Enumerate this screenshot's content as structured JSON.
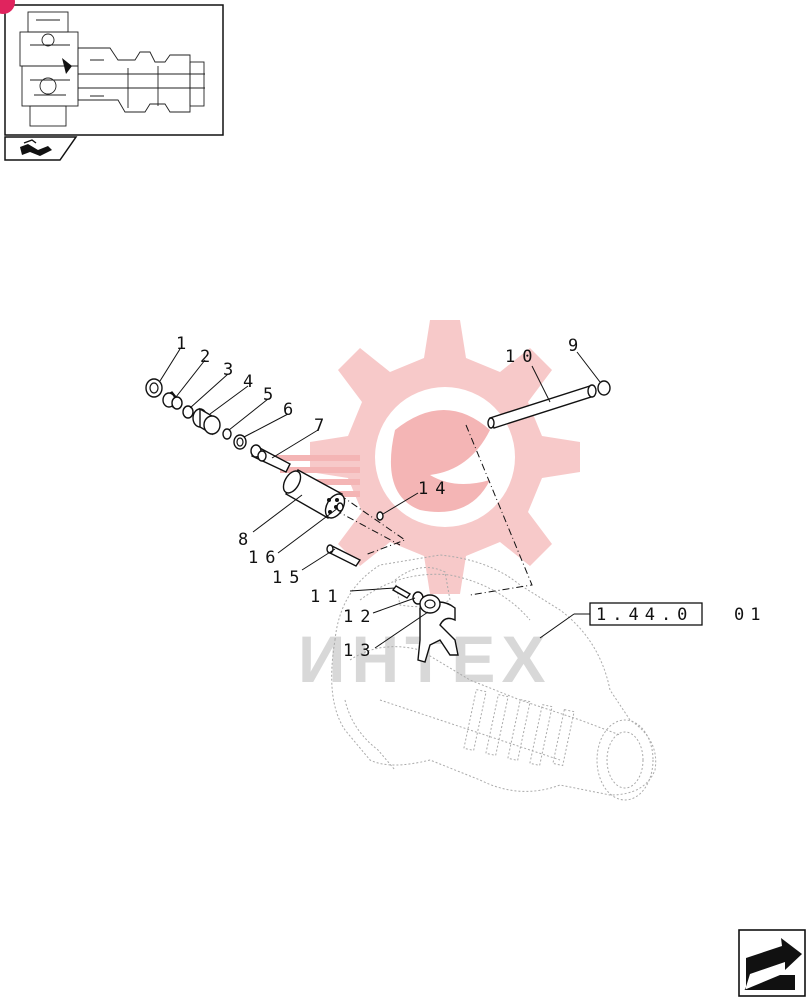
{
  "callouts": [
    {
      "id": "1",
      "label": "1"
    },
    {
      "id": "2",
      "label": "2"
    },
    {
      "id": "3",
      "label": "3"
    },
    {
      "id": "4",
      "label": "4"
    },
    {
      "id": "5",
      "label": "5"
    },
    {
      "id": "6",
      "label": "6"
    },
    {
      "id": "7",
      "label": "7"
    },
    {
      "id": "8",
      "label": "8"
    },
    {
      "id": "9",
      "label": "9"
    },
    {
      "id": "10",
      "label": "10"
    },
    {
      "id": "11",
      "label": "11"
    },
    {
      "id": "12",
      "label": "12"
    },
    {
      "id": "13",
      "label": "13"
    },
    {
      "id": "14",
      "label": "14"
    },
    {
      "id": "15",
      "label": "15"
    },
    {
      "id": "16",
      "label": "16"
    }
  ],
  "reference": {
    "label": "1.44.0",
    "suffix": "01"
  },
  "watermark": {
    "text": "ИНТЕХ"
  },
  "colors": {
    "watermark_gear": "#f7c9c9",
    "badge": "#e0245e",
    "ink": "#111111"
  },
  "icons": {
    "thumbnail": "assembly-thumbnail",
    "breadcrumb": "folder-arrow-icon",
    "next": "next-page-arrow-icon"
  }
}
